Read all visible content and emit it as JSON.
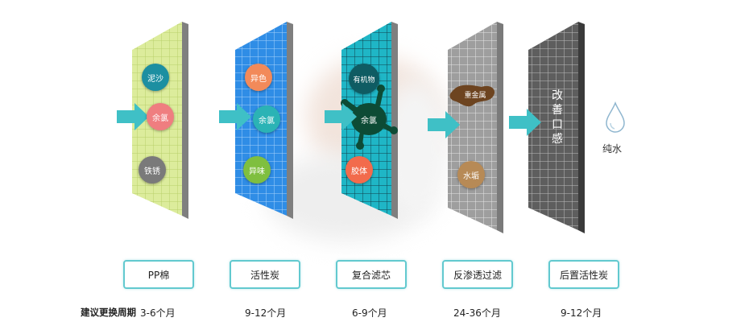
{
  "filters": [
    {
      "name": "PP棉",
      "cycle": "3-6个月",
      "badges": [
        "泥沙",
        "余氯",
        "铁锈"
      ]
    },
    {
      "name": "活性炭",
      "cycle": "9-12个月",
      "badges": [
        "异色",
        "余氯",
        "异味"
      ]
    },
    {
      "name": "复合滤芯",
      "cycle": "6-9个月",
      "badges": [
        "有机物",
        "余氯",
        "胶体"
      ]
    },
    {
      "name": "反渗透过滤",
      "cycle": "24-36个月",
      "badges": [
        "重金属",
        "水垢"
      ]
    },
    {
      "name": "后置活性炭",
      "cycle": "9-12个月",
      "badges": []
    }
  ],
  "cycle_title": "建议更换周期",
  "improve_taste": [
    "改",
    "善",
    "口",
    "感"
  ],
  "output_label": "纯水",
  "colors": {
    "panel1": "#dcec9c",
    "panel2": "#2f8de6",
    "panel3": "#1fb6c6",
    "panel4": "#9e9e9e",
    "panel5": "#5e5e5e",
    "arrow": "#3fc0c6",
    "box_border": "#62c9cf"
  }
}
